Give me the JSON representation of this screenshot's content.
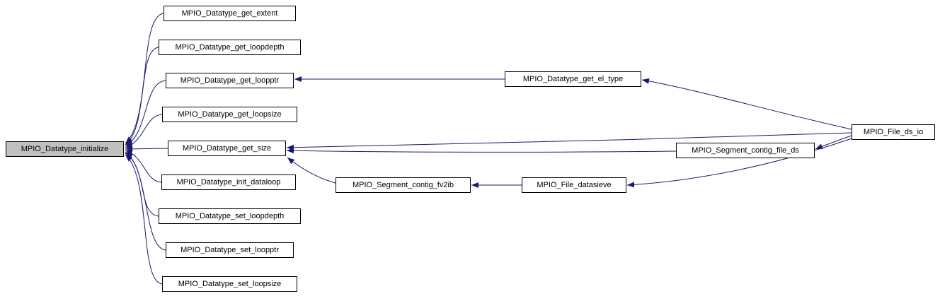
{
  "diagram": {
    "kind": "doxygen-caller-graph",
    "colors": {
      "background": "#ffffff",
      "edge": "#191970",
      "node_border": "#000000",
      "node_fill": "#ffffff",
      "root_node_fill": "#c0c0c0",
      "text": "#000000"
    }
  },
  "nodes": {
    "initialize": {
      "label": "MPIO_Datatype_initialize",
      "root": true
    },
    "get_extent": {
      "label": "MPIO_Datatype_get_extent"
    },
    "get_loopdepth": {
      "label": "MPIO_Datatype_get_loopdepth"
    },
    "get_loopptr": {
      "label": "MPIO_Datatype_get_loopptr"
    },
    "get_loopsize": {
      "label": "MPIO_Datatype_get_loopsize"
    },
    "get_size": {
      "label": "MPIO_Datatype_get_size"
    },
    "init_dataloop": {
      "label": "MPIO_Datatype_init_dataloop"
    },
    "set_loopdepth": {
      "label": "MPIO_Datatype_set_loopdepth"
    },
    "set_loopptr": {
      "label": "MPIO_Datatype_set_loopptr"
    },
    "set_loopsize": {
      "label": "MPIO_Datatype_set_loopsize"
    },
    "get_el_type": {
      "label": "MPIO_Datatype_get_el_type"
    },
    "contig_fv2ib": {
      "label": "MPIO_Segment_contig_fv2ib"
    },
    "datasieve": {
      "label": "MPIO_File_datasieve"
    },
    "contig_file_ds": {
      "label": "MPIO_Segment_contig_file_ds"
    },
    "ds_io": {
      "label": "MPIO_File_ds_io"
    }
  },
  "edges": [
    {
      "from": "MPIO_Datatype_get_extent",
      "to": "MPIO_Datatype_initialize"
    },
    {
      "from": "MPIO_Datatype_get_loopdepth",
      "to": "MPIO_Datatype_initialize"
    },
    {
      "from": "MPIO_Datatype_get_loopptr",
      "to": "MPIO_Datatype_initialize"
    },
    {
      "from": "MPIO_Datatype_get_loopsize",
      "to": "MPIO_Datatype_initialize"
    },
    {
      "from": "MPIO_Datatype_get_size",
      "to": "MPIO_Datatype_initialize"
    },
    {
      "from": "MPIO_Datatype_init_dataloop",
      "to": "MPIO_Datatype_initialize"
    },
    {
      "from": "MPIO_Datatype_set_loopdepth",
      "to": "MPIO_Datatype_initialize"
    },
    {
      "from": "MPIO_Datatype_set_loopptr",
      "to": "MPIO_Datatype_initialize"
    },
    {
      "from": "MPIO_Datatype_set_loopsize",
      "to": "MPIO_Datatype_initialize"
    },
    {
      "from": "MPIO_Datatype_get_el_type",
      "to": "MPIO_Datatype_get_loopptr"
    },
    {
      "from": "MPIO_File_ds_io",
      "to": "MPIO_Datatype_get_el_type"
    },
    {
      "from": "MPIO_File_ds_io",
      "to": "MPIO_Datatype_get_size"
    },
    {
      "from": "MPIO_Segment_contig_file_ds",
      "to": "MPIO_Datatype_get_size"
    },
    {
      "from": "MPIO_File_ds_io",
      "to": "MPIO_Segment_contig_file_ds"
    },
    {
      "from": "MPIO_Segment_contig_fv2ib",
      "to": "MPIO_Datatype_get_size"
    },
    {
      "from": "MPIO_File_datasieve",
      "to": "MPIO_Segment_contig_fv2ib"
    },
    {
      "from": "MPIO_File_ds_io",
      "to": "MPIO_File_datasieve"
    }
  ]
}
